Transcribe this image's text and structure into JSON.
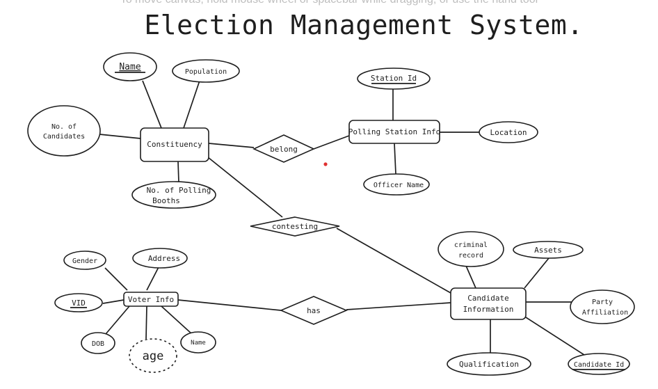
{
  "canvas_hint": "To move canvas, hold mouse wheel or spacebar while dragging, or use the hand tool",
  "title": "Election Management System.",
  "entities": {
    "constituency": "Constituency",
    "polling_station_info": "Polling Station Info",
    "voter_info": "Voter Info",
    "candidate_information": [
      "Candidate",
      "Information"
    ]
  },
  "relationships": {
    "belong": "belong",
    "contesting": "contesting",
    "has": "has"
  },
  "attributes": {
    "name": "Name",
    "population": "Population",
    "no_of_candidates": [
      "No. of",
      "Candidates"
    ],
    "no_of_polling_booths": [
      "No. of Polling",
      "Booths"
    ],
    "station_id": "Station Id",
    "location": "Location",
    "officer_name": "Officer Name",
    "gender": "Gender",
    "address": "Address",
    "vid": "VID",
    "dob": "DOB",
    "age": "age",
    "voter_name": "Name",
    "criminal_record": [
      "criminal",
      "record"
    ],
    "assets": "Assets",
    "party_affiliation": [
      "Party",
      "Affiliation"
    ],
    "qualification": "Qualification",
    "candidate_id": "Candidate Id"
  },
  "colors": {
    "stroke": "#1e1e1e",
    "background": "#ffffff",
    "hint_text": "#bdbdbd",
    "pointer_dot": "#e03131"
  }
}
